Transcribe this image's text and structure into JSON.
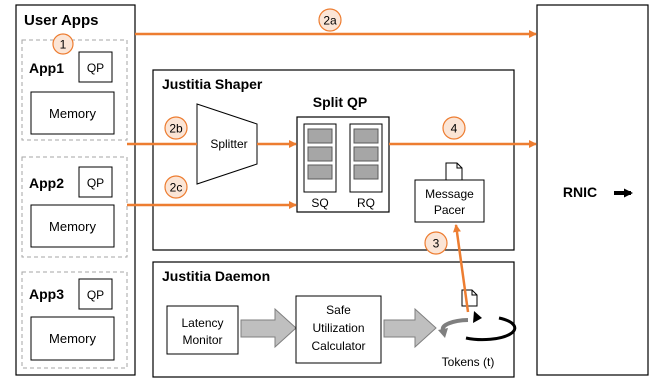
{
  "user_apps": {
    "title": "User Apps",
    "apps": [
      {
        "name": "App1",
        "qp": "QP",
        "memory": "Memory"
      },
      {
        "name": "App2",
        "qp": "QP",
        "memory": "Memory"
      },
      {
        "name": "App3",
        "qp": "QP",
        "memory": "Memory"
      }
    ]
  },
  "shaper": {
    "title": "Justitia Shaper",
    "splitter": "Splitter",
    "split_qp": {
      "title": "Split QP",
      "sq": "SQ",
      "rq": "RQ"
    },
    "pacer_line1": "Message",
    "pacer_line2": "Pacer"
  },
  "daemon": {
    "title": "Justitia Daemon",
    "latency_line1": "Latency",
    "latency_line2": "Monitor",
    "calc_line1": "Safe",
    "calc_line2": "Utilization",
    "calc_line3": "Calculator",
    "tokens": "Tokens (t)"
  },
  "rnic": "RNIC",
  "markers": [
    "1",
    "2a",
    "2b",
    "2c",
    "3",
    "4"
  ],
  "colors": {
    "arrow": "#ED7D31",
    "marker_fill": "#FBE5D6",
    "queue_fill": "#A6A6A6",
    "grey_arrow": "#BFBFBF"
  }
}
